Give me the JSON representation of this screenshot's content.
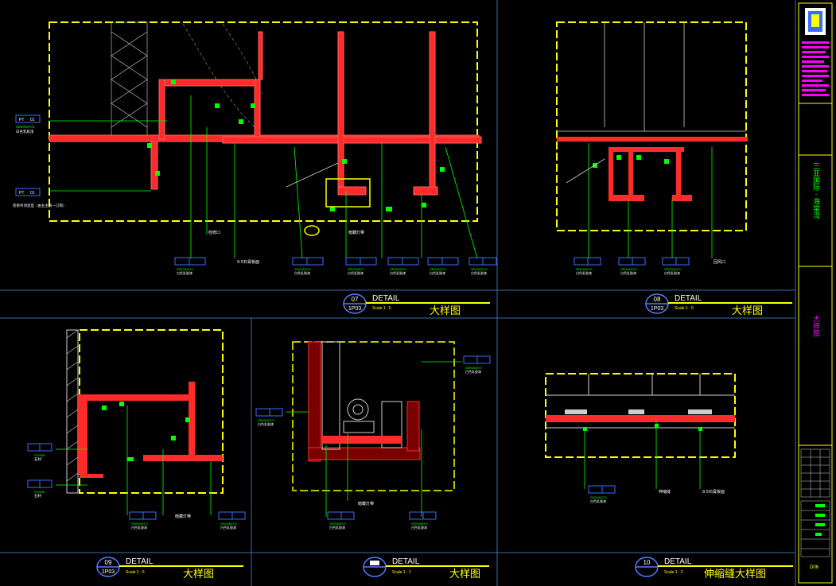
{
  "colors": {
    "background": "#000000",
    "frame": "#ffff00",
    "wall": "#ff2a2a",
    "green": "#00ff00",
    "tag": "#0000ff",
    "label": "#ffffff",
    "title_green": "#00ff00",
    "title_yellow": "#ffff00",
    "grid": "#3a6ea5",
    "magenta": "#ff00ff"
  },
  "details": [
    {
      "key": "d07",
      "number": "07",
      "sheet": "1P03",
      "title": "DETAIL",
      "scale": "Scale 1 : 5",
      "caption": "大样图"
    },
    {
      "key": "d08",
      "number": "08",
      "sheet": "1P03",
      "title": "DETAIL",
      "scale": "Scale 1 : 5",
      "caption": "大样图"
    },
    {
      "key": "d09",
      "number": "09",
      "sheet": "1P03",
      "title": "DETAIL",
      "scale": "Scale 1 : 5",
      "caption": "大样图"
    },
    {
      "key": "d11",
      "number": "",
      "sheet": "",
      "title": "DETAIL",
      "scale": "Scale 1 : 1",
      "caption": "大样图"
    },
    {
      "key": "d10",
      "number": "10",
      "sheet": "",
      "title": "DETAIL",
      "scale": "Scale 1 : 2",
      "caption": "伸缩缝大样图"
    }
  ],
  "notes": {
    "hinge": "检修口",
    "rim": "暗藏灯带",
    "plaster": "9.5石膏板面",
    "vent": "回风口",
    "stone": "石材",
    "joint": "伸缩缝",
    "tag_left": "PT",
    "tag_right": "01",
    "finish": "白色乳胶漆",
    "code": "SEE/MAT/3",
    "bottom_left": "装修吊顶造型（由业主统一订购）"
  },
  "title_block": {
    "project": "三亚国际 · 海棠湾",
    "drawing": "大样图",
    "sheet_no": "D06"
  }
}
